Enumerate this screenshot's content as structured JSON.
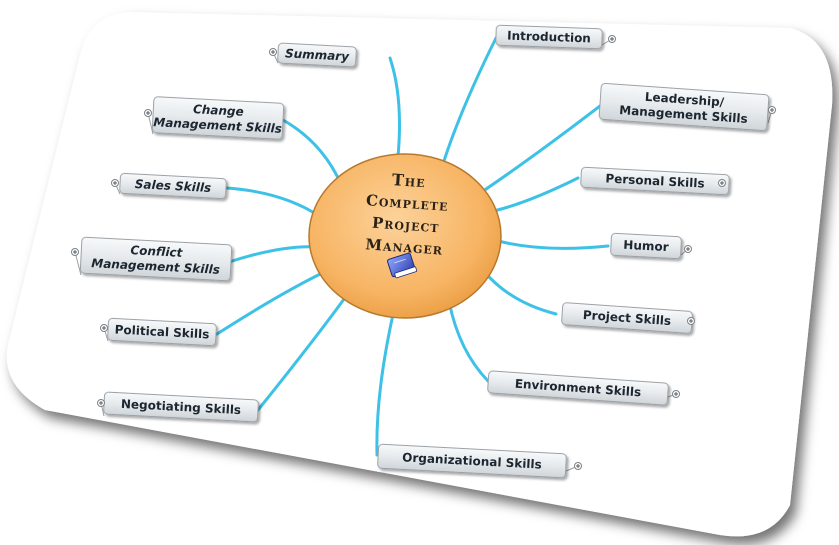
{
  "diagram": {
    "center": {
      "lines": [
        "The",
        "Complete",
        "Project",
        "Manager"
      ],
      "icon": "book-icon"
    },
    "nodes": [
      {
        "id": "summary",
        "lines": [
          "Summary"
        ],
        "italic": true
      },
      {
        "id": "introduction",
        "lines": [
          "Introduction"
        ]
      },
      {
        "id": "change-management-skills",
        "lines": [
          "Change",
          "Management Skills"
        ],
        "italic": true
      },
      {
        "id": "leadership-management-skills",
        "lines": [
          "Leadership/",
          "Management Skills"
        ]
      },
      {
        "id": "sales-skills",
        "lines": [
          "Sales Skills"
        ],
        "italic": true
      },
      {
        "id": "personal-skills",
        "lines": [
          "Personal Skills"
        ]
      },
      {
        "id": "conflict-management-skills",
        "lines": [
          "Conflict",
          "Management Skills"
        ],
        "italic": true
      },
      {
        "id": "humor",
        "lines": [
          "Humor"
        ]
      },
      {
        "id": "political-skills",
        "lines": [
          "Political Skills"
        ]
      },
      {
        "id": "project-skills",
        "lines": [
          "Project Skills"
        ]
      },
      {
        "id": "negotiating-skills",
        "lines": [
          "Negotiating Skills"
        ]
      },
      {
        "id": "environment-skills",
        "lines": [
          "Environment Skills"
        ]
      },
      {
        "id": "organizational-skills",
        "lines": [
          "Organizational Skills"
        ]
      }
    ],
    "colors": {
      "connector": "#3ec1e6",
      "center_fill": "#f7b463",
      "node_fill": "#e8ecef"
    }
  }
}
